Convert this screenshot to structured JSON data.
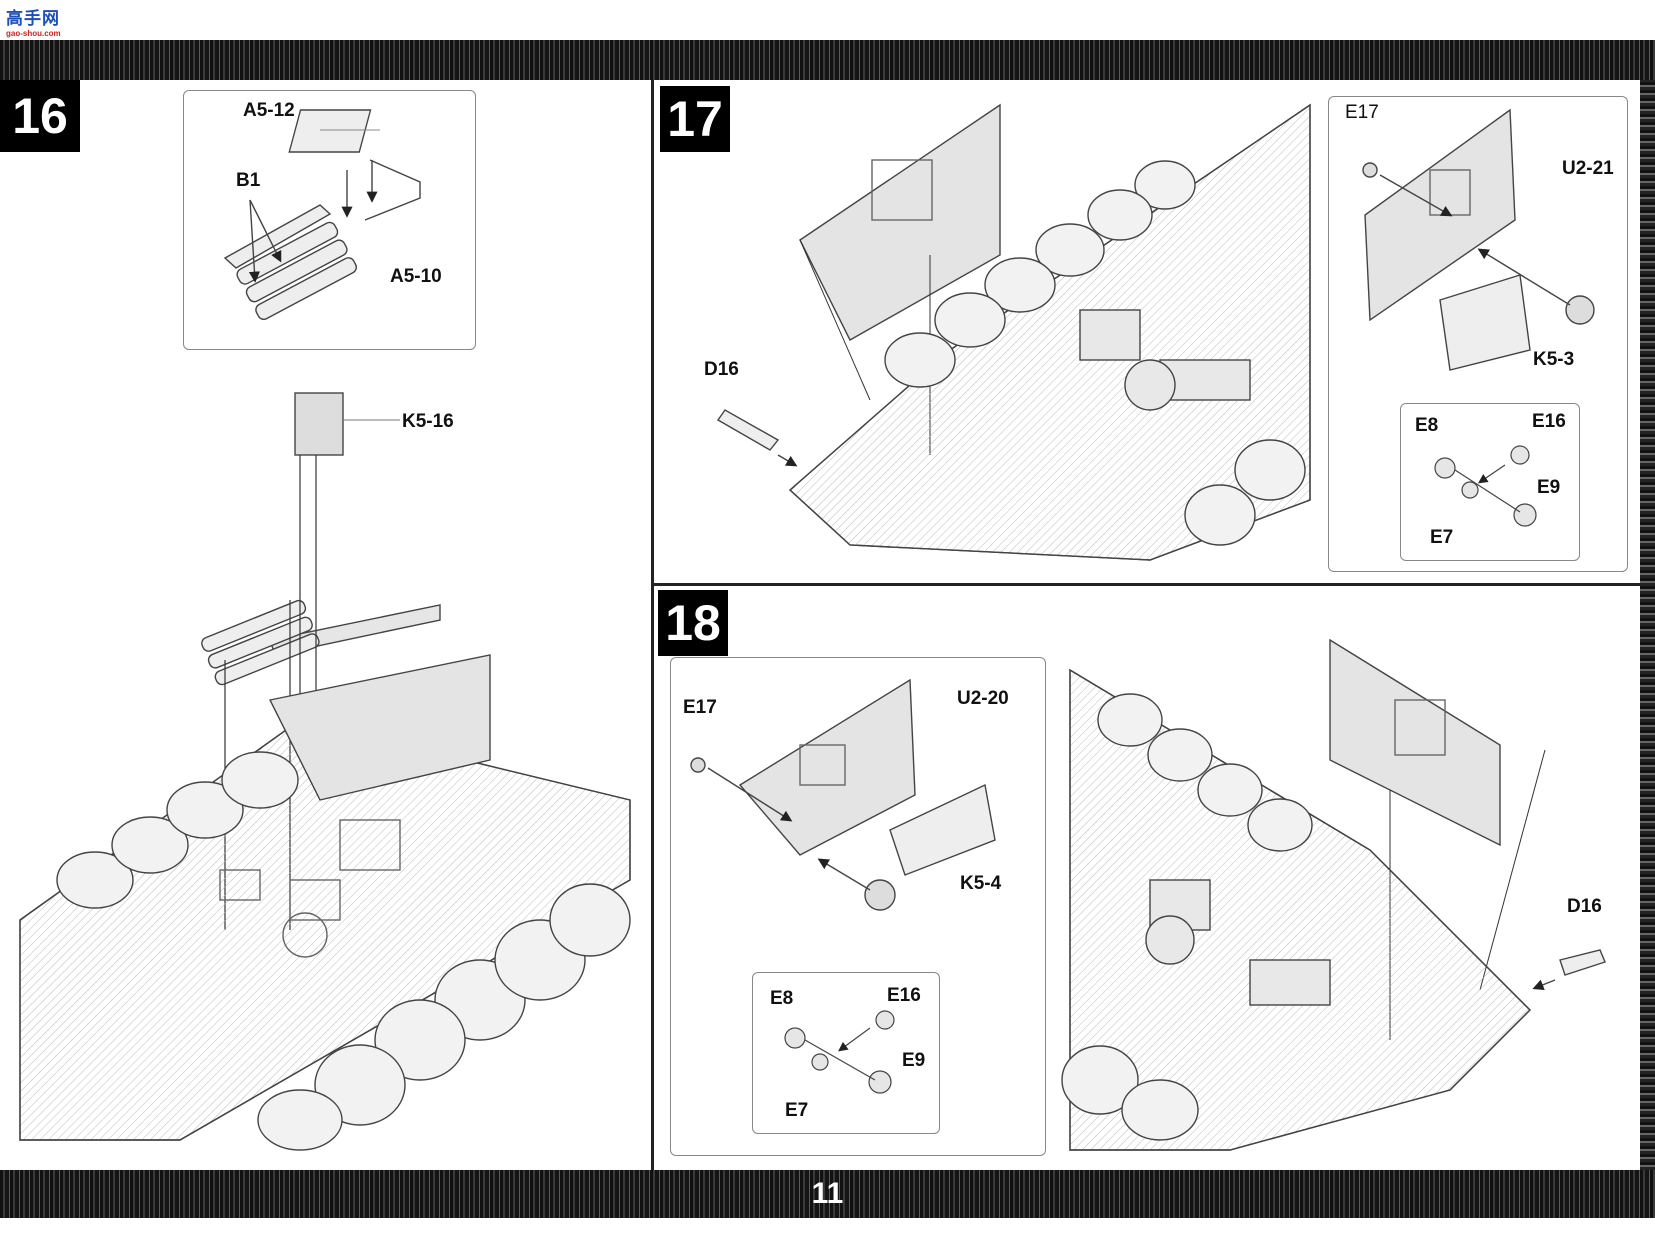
{
  "site_logo": {
    "main": "高手网",
    "sub": "gao-shou.com"
  },
  "page_number": "11",
  "steps": [
    {
      "number": "16",
      "parts": [
        "A5-12",
        "B1",
        "A5-10",
        "K5-16"
      ]
    },
    {
      "number": "17",
      "parts": [
        "D16",
        "E17",
        "U2-21",
        "K5-3",
        "E8",
        "E16",
        "E9",
        "E7"
      ]
    },
    {
      "number": "18",
      "parts": [
        "E17",
        "U2-20",
        "K5-4",
        "E8",
        "E16",
        "E9",
        "E7",
        "D16"
      ]
    }
  ]
}
